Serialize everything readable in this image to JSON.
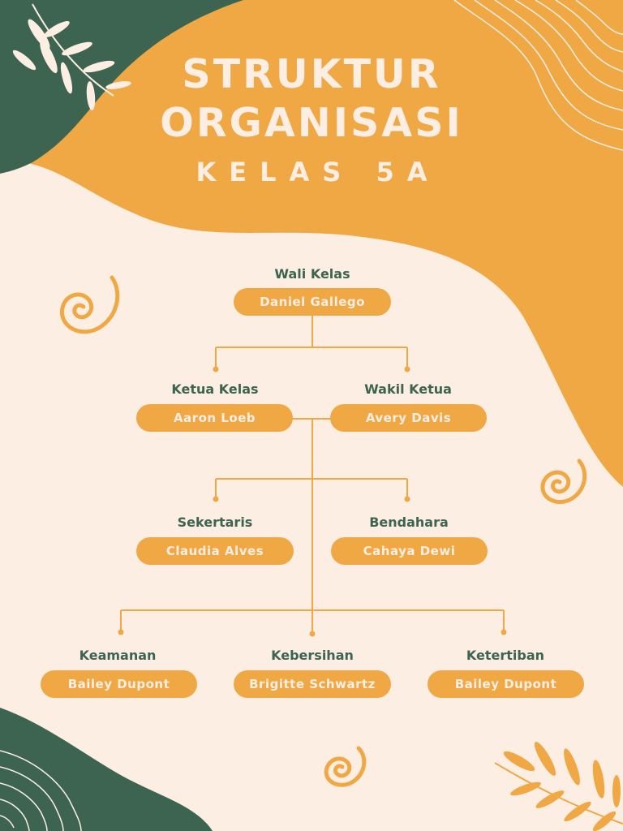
{
  "title": {
    "line1": "STRUKTUR",
    "line2": "ORGANISASI",
    "subtitle": "KELAS 5A"
  },
  "colors": {
    "background": "#fdeee4",
    "orange": "#f0a845",
    "green": "#3d6450",
    "cream": "#fdeee4"
  },
  "org": {
    "wali_kelas": {
      "role": "Wali Kelas",
      "name": "Daniel Gallego"
    },
    "ketua_kelas": {
      "role": "Ketua Kelas",
      "name": "Aaron Loeb"
    },
    "wakil_ketua": {
      "role": "Wakil Ketua",
      "name": "Avery Davis"
    },
    "sekertaris": {
      "role": "Sekertaris",
      "name": "Claudia Alves"
    },
    "bendahara": {
      "role": "Bendahara",
      "name": "Cahaya Dewi"
    },
    "keamanan": {
      "role": "Keamanan",
      "name": "Bailey Dupont"
    },
    "kebersihan": {
      "role": "Kebersihan",
      "name": "Brigitte Schwartz"
    },
    "ketertiban": {
      "role": "Ketertiban",
      "name": "Bailey Dupont"
    }
  },
  "decorations": [
    "leaf-icon",
    "spiral-icon",
    "wavy-lines",
    "leaf-icon",
    "spiral-icon",
    "spiral-icon",
    "wavy-lines"
  ]
}
